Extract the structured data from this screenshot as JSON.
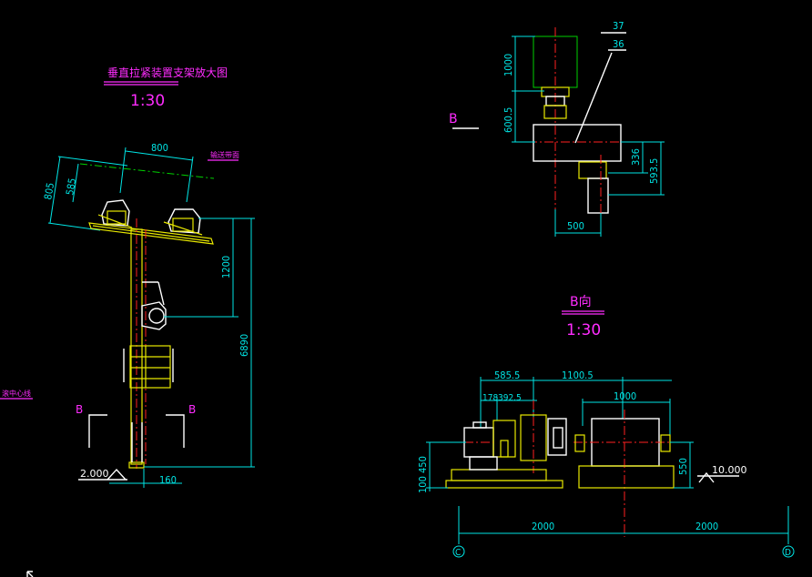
{
  "left_view": {
    "title": "垂直拉紧装置支架放大图",
    "scale": "1:30",
    "side_note": "输送带面",
    "left_note": "滚中心线",
    "section_mark_left": "B",
    "section_mark_right": "B",
    "dims": {
      "top_width": "800",
      "outer_slant": "805",
      "inner_slant": "585",
      "upper_height": "1200",
      "total_height": "6890",
      "base_width": "160",
      "elevation": "2.000"
    }
  },
  "top_right_view": {
    "section_mark": "B",
    "leaders": [
      "37",
      "36"
    ],
    "dims": {
      "motor_height": "1000",
      "shaft_height": "600.5",
      "box_depth": "336",
      "box_total": "593.5",
      "box_width": "500"
    }
  },
  "bottom_right_view": {
    "title": "B向",
    "scale": "1:30",
    "dims": {
      "d1": "585.5",
      "d2": "1100.5",
      "d3": "178",
      "d4": "392.5",
      "d5": "1000",
      "h1": "450",
      "h2": "100",
      "h3": "550",
      "elevation": "10.000",
      "span_left": "2000",
      "span_right": "2000"
    },
    "axis_left": "C",
    "axis_right": "D"
  }
}
